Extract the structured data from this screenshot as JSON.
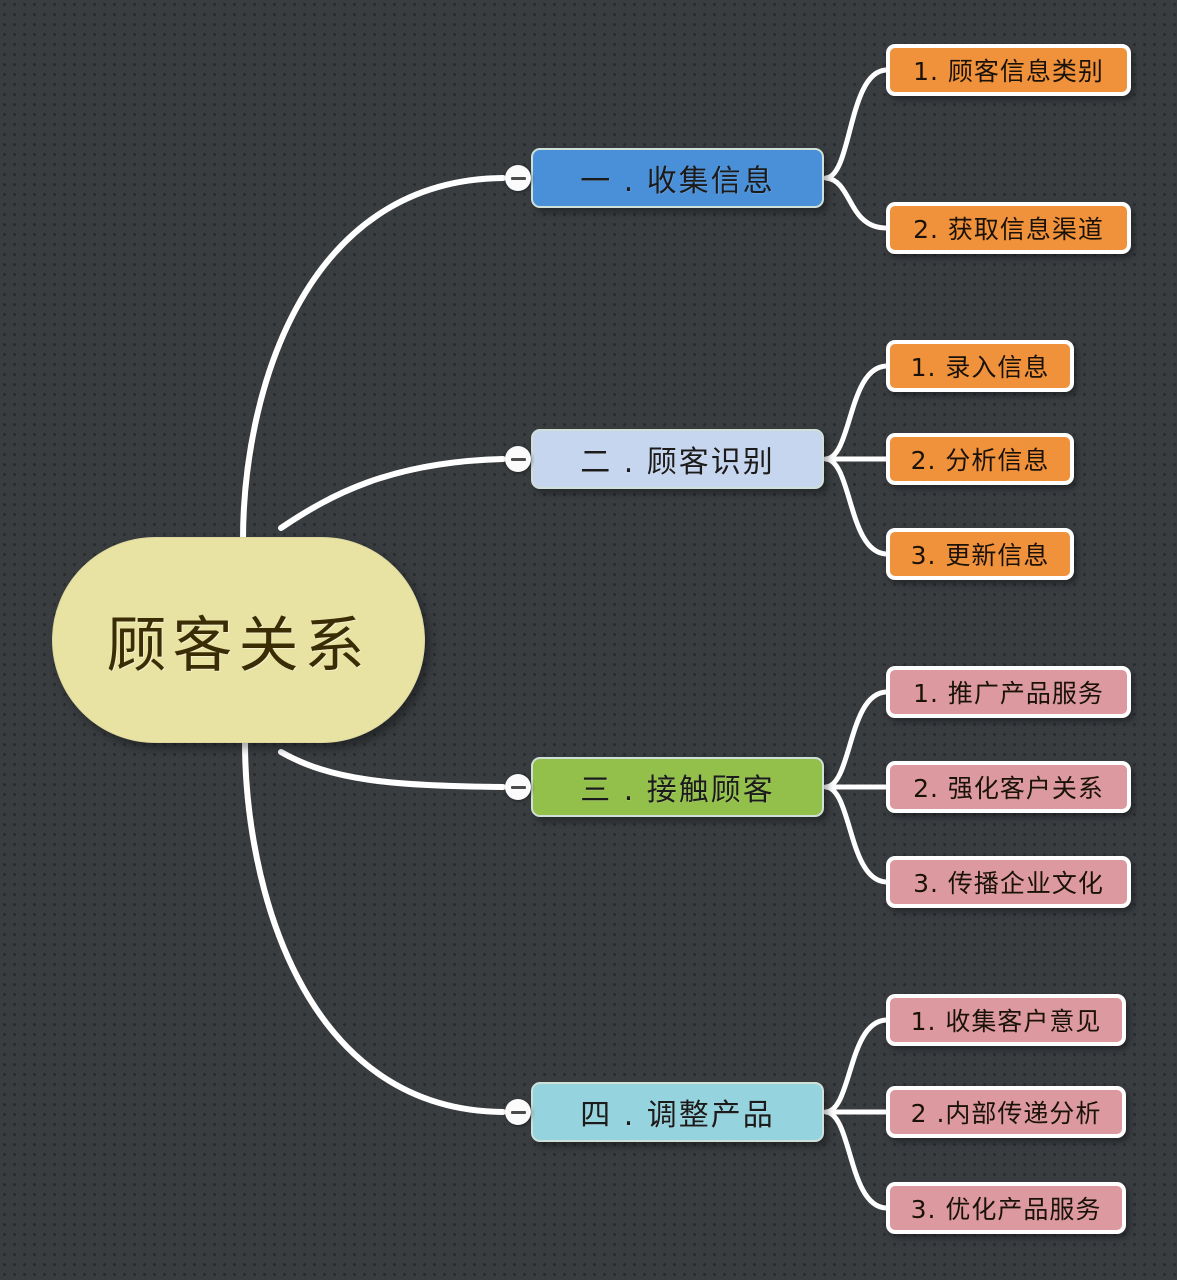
{
  "diagram": {
    "type": "mind-map",
    "title": "顾客关系",
    "background_color": "#393d40",
    "link_color": "#ffffff"
  },
  "root": {
    "label": "顾客关系",
    "fill": "#e8e3a2",
    "text_color": "#3a2d06"
  },
  "branches": [
    {
      "label": "一 . 收集信息",
      "fill": "#4a90d9",
      "handle": "collapse-minus",
      "leaves": [
        {
          "label": "1. 顾客信息类别",
          "fill": "#f0913c"
        },
        {
          "label": "2. 获取信息渠道",
          "fill": "#f0913c"
        }
      ]
    },
    {
      "label": "二 . 顾客识别",
      "fill": "#c7d6ef",
      "handle": "collapse-minus",
      "leaves": [
        {
          "label": "1. 录入信息",
          "fill": "#f0913c"
        },
        {
          "label": "2. 分析信息",
          "fill": "#f0913c"
        },
        {
          "label": "3. 更新信息",
          "fill": "#f0913c"
        }
      ]
    },
    {
      "label": "三 . 接触顾客",
      "fill": "#93bf4b",
      "handle": "collapse-minus",
      "leaves": [
        {
          "label": "1. 推广产品服务",
          "fill": "#dc9aa0"
        },
        {
          "label": "2. 强化客户关系",
          "fill": "#dc9aa0"
        },
        {
          "label": "3. 传播企业文化",
          "fill": "#dc9aa0"
        }
      ]
    },
    {
      "label": "四 . 调整产品",
      "fill": "#95d3de",
      "handle": "collapse-minus",
      "leaves": [
        {
          "label": "1. 收集客户意见",
          "fill": "#dc9aa0"
        },
        {
          "label": "2 .内部传递分析",
          "fill": "#dc9aa0"
        },
        {
          "label": "3. 优化产品服务",
          "fill": "#dc9aa0"
        }
      ]
    }
  ]
}
